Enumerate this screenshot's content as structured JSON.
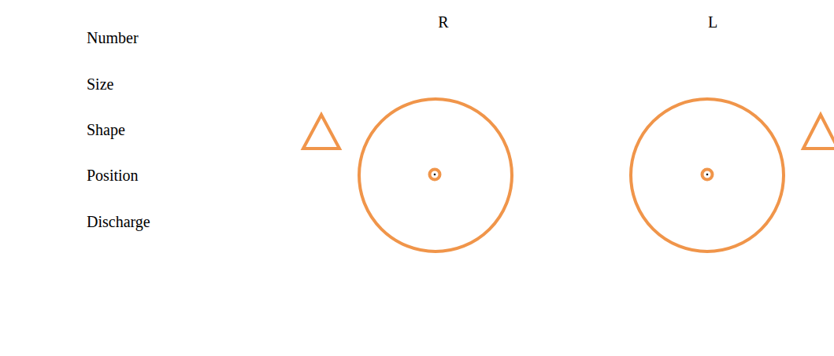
{
  "diagram": {
    "labels": [
      "R",
      "L",
      "Number",
      "Size",
      "Shape",
      "Position",
      "Discharge"
    ]
  }
}
